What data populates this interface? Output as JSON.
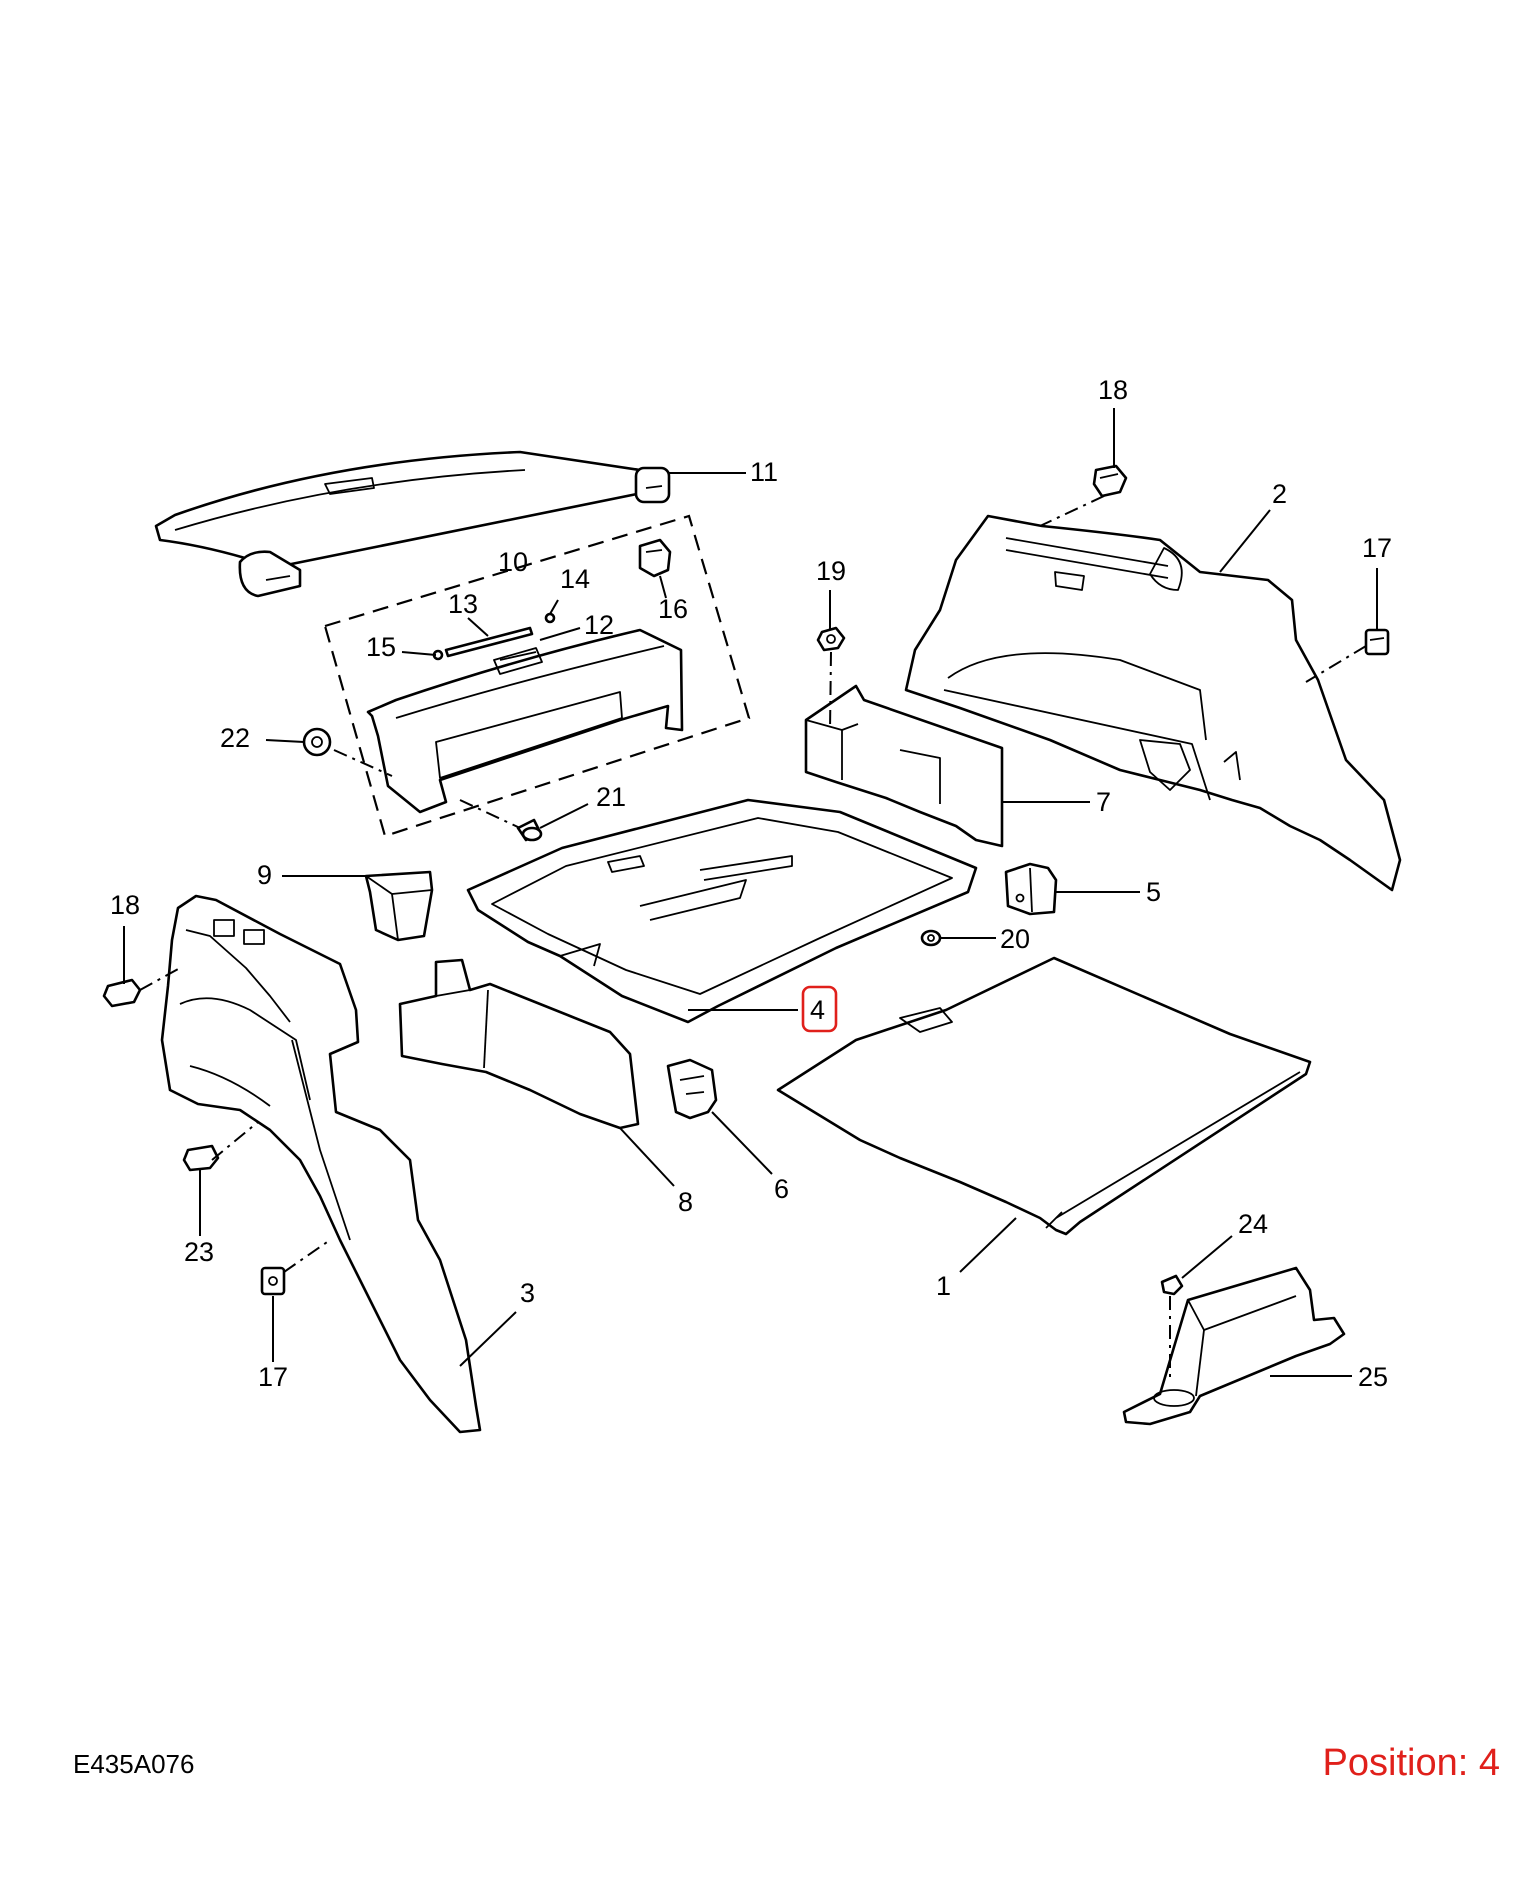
{
  "diagram": {
    "drawing_code": "E435A076",
    "position_label": "Position: 4",
    "highlight_color": "#e0201b",
    "highlighted_callout": "4",
    "callouts": {
      "c1": "1",
      "c2": "2",
      "c3": "3",
      "c4": "4",
      "c5": "5",
      "c6": "6",
      "c7": "7",
      "c8": "8",
      "c9": "9",
      "c10": "10",
      "c11": "11",
      "c12": "12",
      "c13": "13",
      "c14": "14",
      "c15": "15",
      "c16": "16",
      "c17a": "17",
      "c17b": "17",
      "c18a": "18",
      "c18b": "18",
      "c19": "19",
      "c20": "20",
      "c21": "21",
      "c22": "22",
      "c23": "23",
      "c24": "24",
      "c25": "25"
    }
  }
}
